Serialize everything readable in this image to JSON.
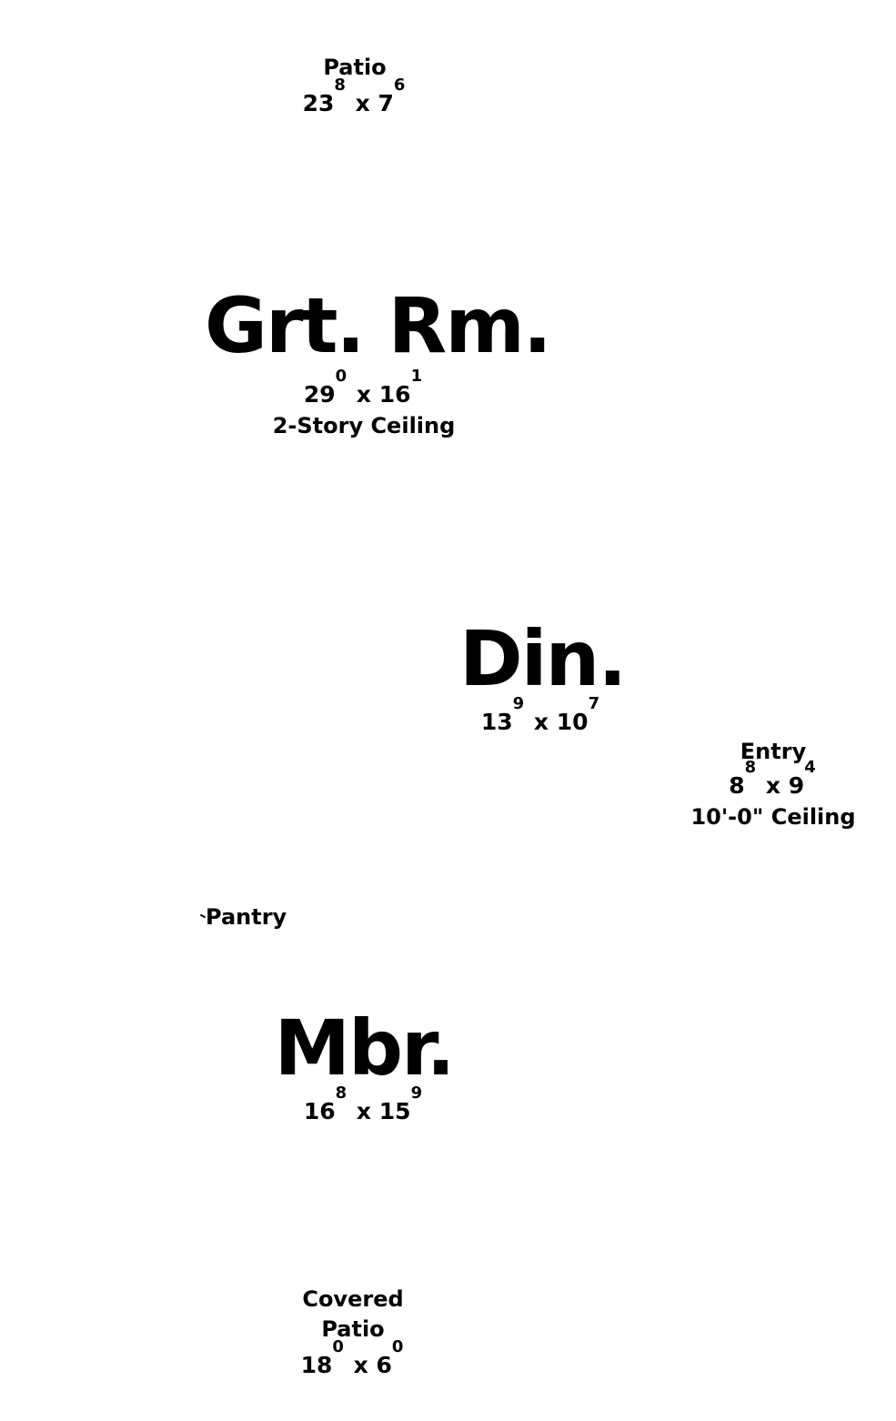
{
  "rooms": {
    "patio": {
      "name": "Patio",
      "width_ft": "23",
      "width_in": "8",
      "by": "x",
      "depth_ft": "7",
      "depth_in": "6"
    },
    "great_room": {
      "name": "Grt. Rm.",
      "width_ft": "29",
      "width_in": "0",
      "by": "x",
      "depth_ft": "16",
      "depth_in": "1",
      "note": "2-Story Ceiling"
    },
    "dining": {
      "name": "Din.",
      "width_ft": "13",
      "width_in": "9",
      "by": "x",
      "depth_ft": "10",
      "depth_in": "7"
    },
    "entry": {
      "name": "Entry",
      "width_ft": "8",
      "width_in": "8",
      "by": "x",
      "depth_ft": "9",
      "depth_in": "4",
      "note": "10'-0\" Ceiling"
    },
    "pantry": {
      "name": "Pantry"
    },
    "master_bedroom": {
      "name": "Mbr.",
      "width_ft": "16",
      "width_in": "8",
      "by": "x",
      "depth_ft": "15",
      "depth_in": "9"
    },
    "covered_patio": {
      "name_line1": "Covered",
      "name_line2": "Patio",
      "width_ft": "18",
      "width_in": "0",
      "by": "x",
      "depth_ft": "6",
      "depth_in": "0"
    }
  }
}
